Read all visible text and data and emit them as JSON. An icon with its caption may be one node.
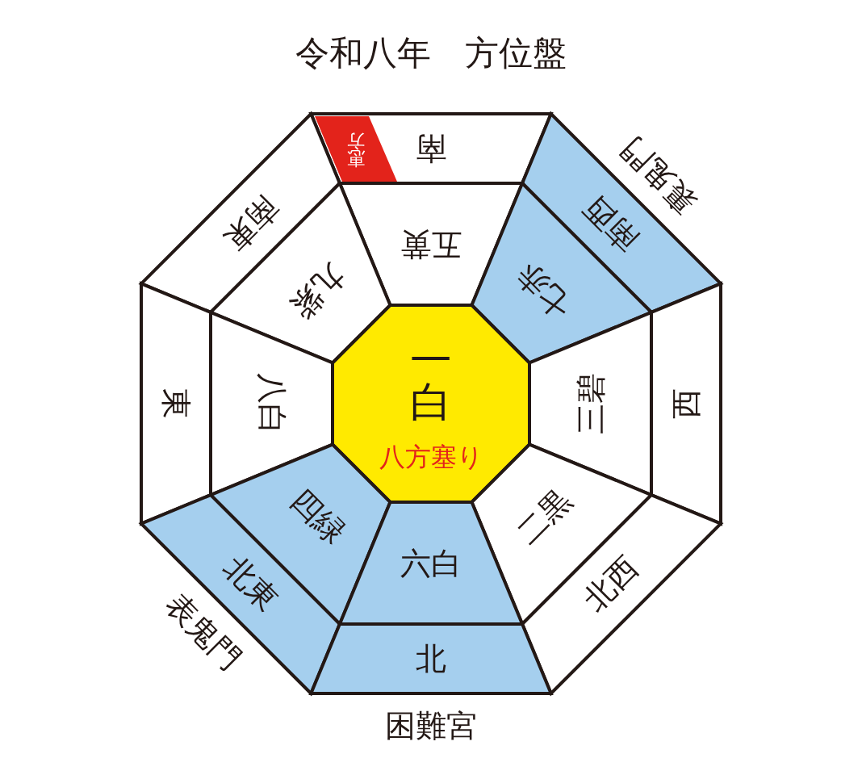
{
  "diagram": {
    "title": "令和八年　方位盤",
    "nodes": [
      {
        "text": [
          "南"
        ]
      },
      {
        "text": [
          "恵方"
        ],
        "in": 0
      },
      {
        "text": [
          "南東"
        ]
      },
      {
        "text": [
          "南西"
        ],
        "beside": [
          "裏鬼門"
        ]
      },
      {
        "text": [
          "五黄"
        ]
      },
      {
        "text": [
          "九紫"
        ]
      },
      {
        "text": [
          "七赤"
        ]
      },
      {
        "text": [
          "一白",
          "八方塞り"
        ]
      },
      {
        "text": [
          "東"
        ]
      },
      {
        "text": [
          "八白"
        ]
      },
      {
        "text": [
          "三碧"
        ]
      },
      {
        "text": [
          "西"
        ]
      },
      {
        "text": [
          "四緑"
        ]
      },
      {
        "text": [
          "二黒"
        ]
      },
      {
        "text": [
          "北東"
        ],
        "beside": [
          "表鬼門"
        ]
      },
      {
        "text": [
          "六白"
        ]
      },
      {
        "text": [
          "北西"
        ]
      },
      {
        "text": [
          "北"
        ],
        "beside": [
          "困難宮"
        ]
      }
    ]
  }
}
